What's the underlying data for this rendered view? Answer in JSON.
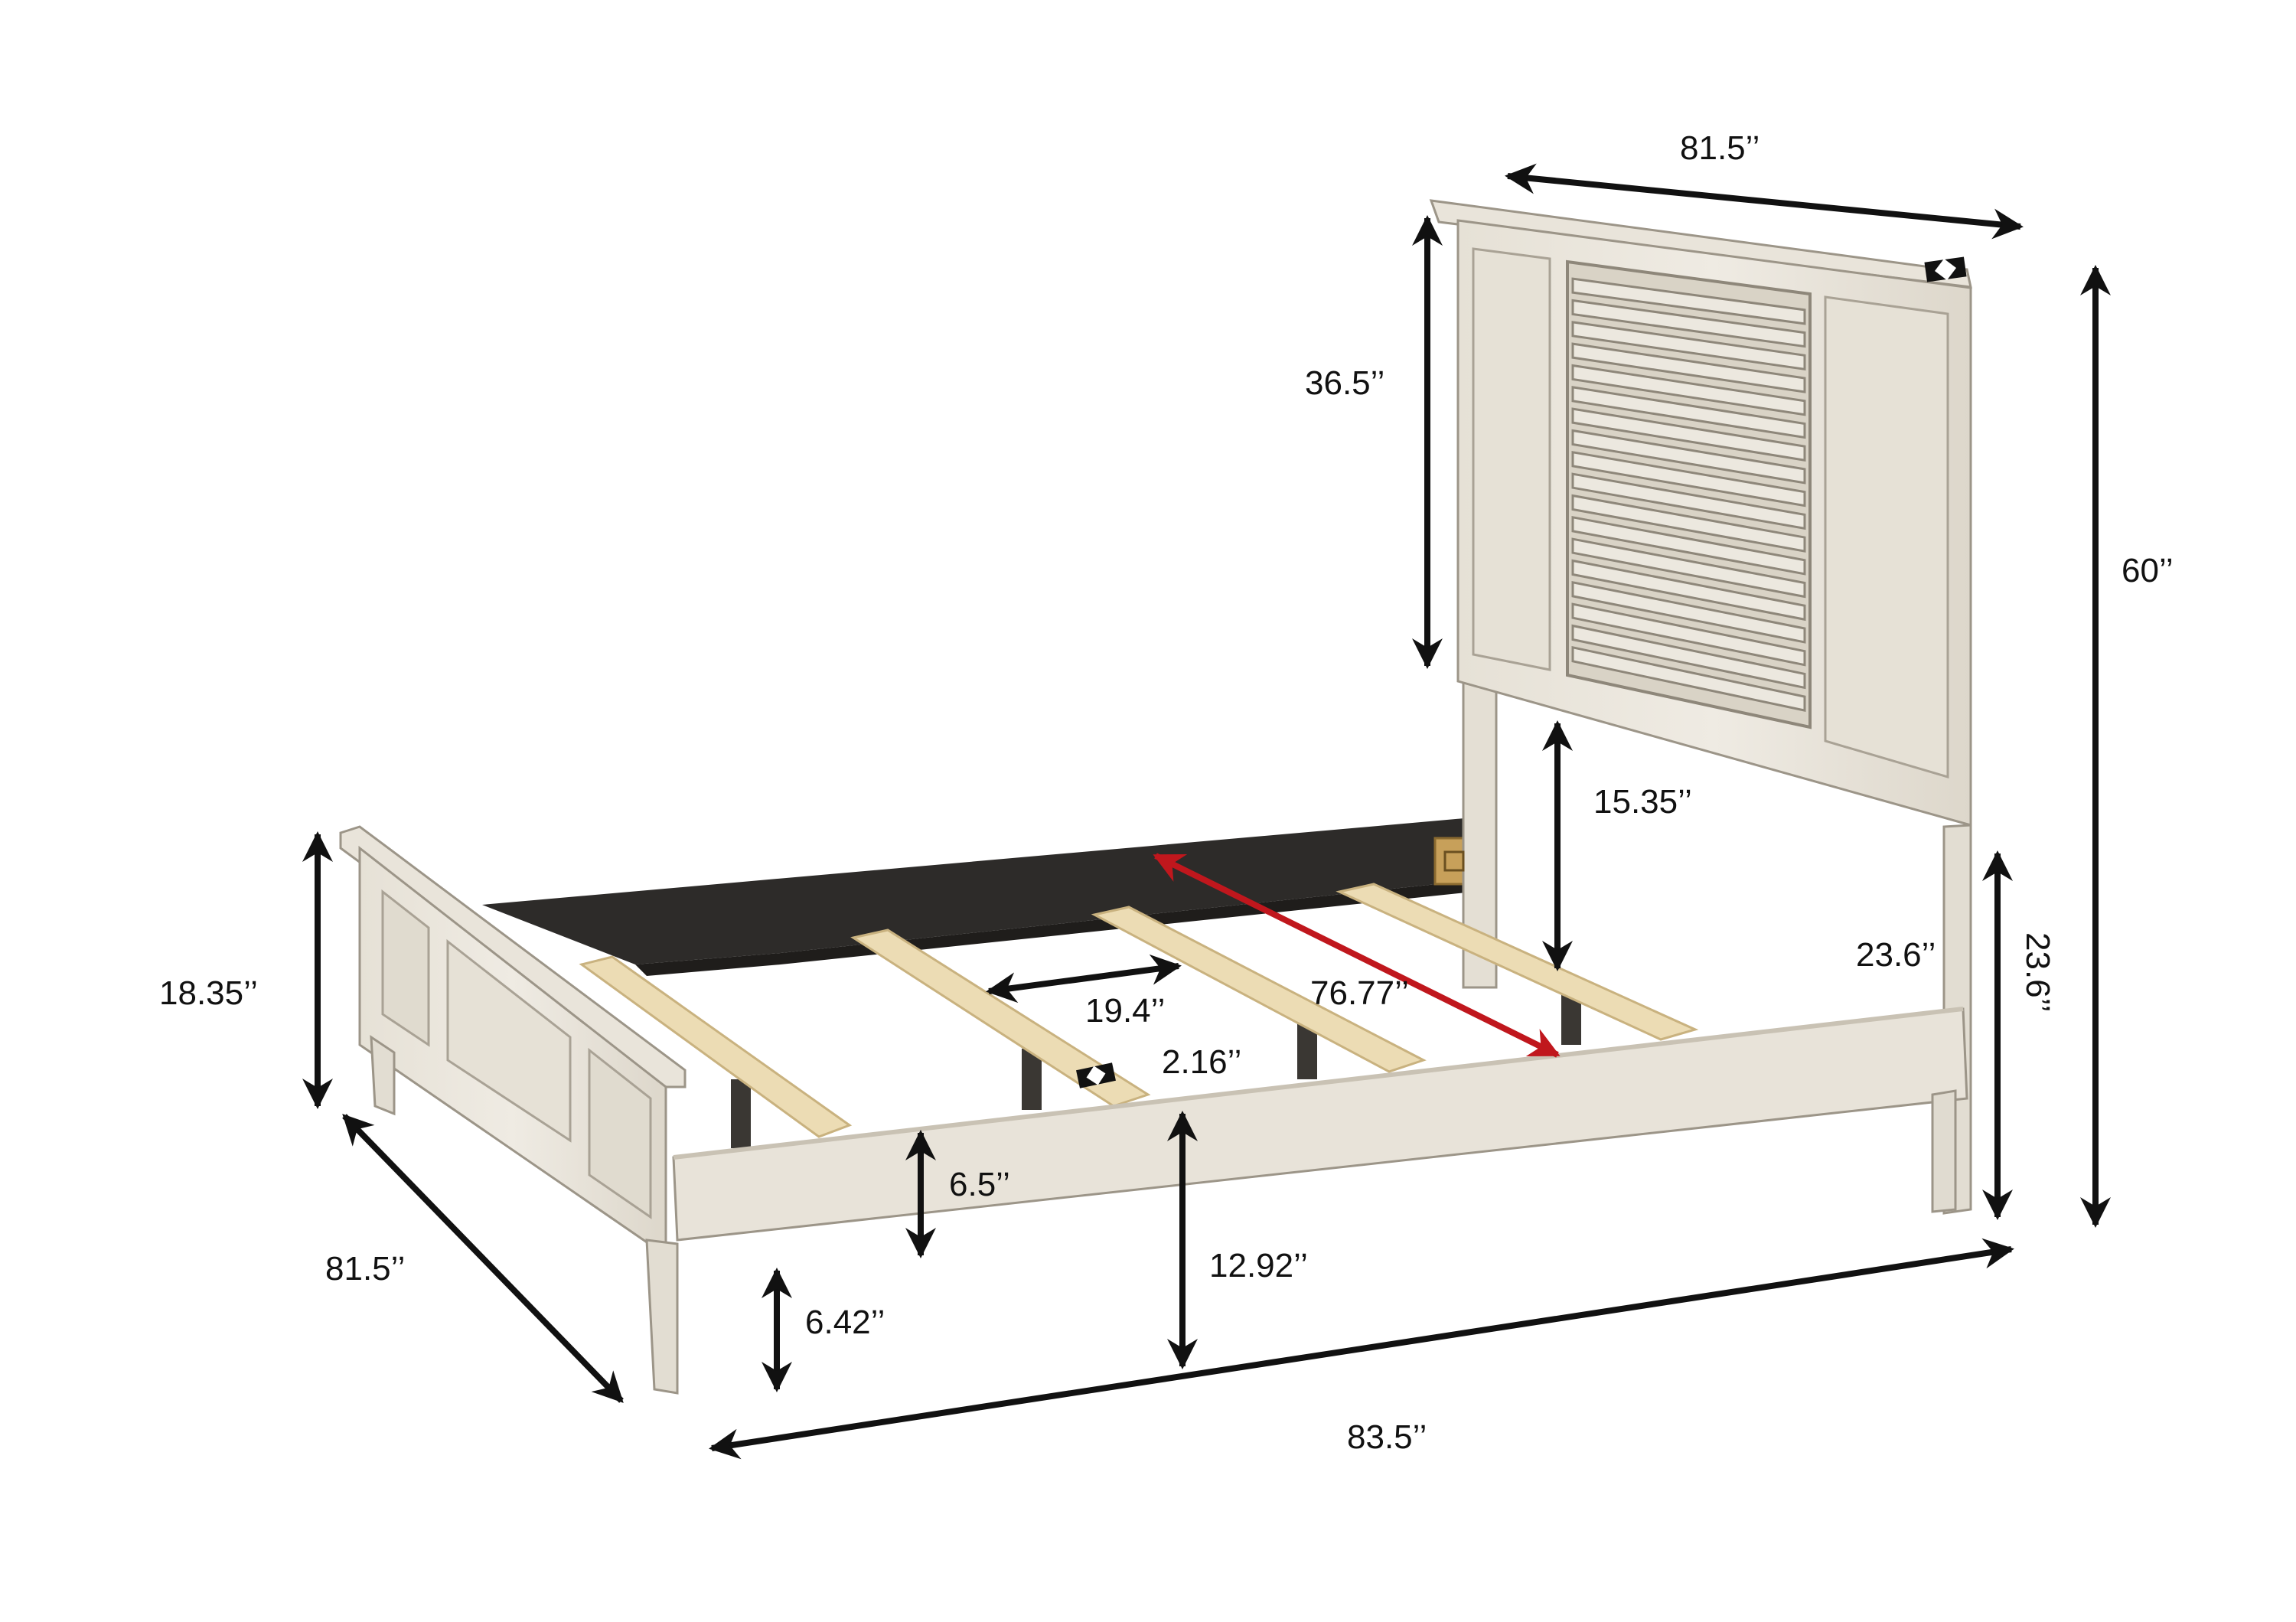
{
  "colors": {
    "background": "#ffffff",
    "wood_light": "#ebe7dd",
    "wood_mid": "#dcd6ca",
    "wood_shadow": "#c9c2b4",
    "wood_edge": "#8e877a",
    "side_rail_dark": "#2d2b29",
    "slat": "#ecdcb4",
    "slat_edge": "#c9b27f",
    "bracket": "#c7a05a",
    "leg_dark": "#3a3733",
    "arrow_black": "#111111",
    "arrow_red": "#c0171d"
  },
  "icons": {
    "center_support_marker": "diamond-square-icon",
    "headboard_depth_marker": "diamond-square-icon"
  },
  "dimensions": {
    "headboard_width": "81.5’’",
    "headboard_panel_height": "36.5’’",
    "overall_height": "60’’",
    "headboard_leg_clearance": "15.35’’",
    "headboard_post_height": "23.6’’",
    "headboard_post_height_rotated": "23.6’’",
    "footboard_height": "18.35’’",
    "footboard_width": "81.5’’",
    "slat_spacing": "19.4’’",
    "inner_length": "76.77’’",
    "slat_thickness": "2.16’’",
    "side_rail_height": "6.5’’",
    "floor_to_rail": "6.42’’",
    "floor_to_slat": "12.92’’",
    "overall_length": "83.5’’"
  }
}
